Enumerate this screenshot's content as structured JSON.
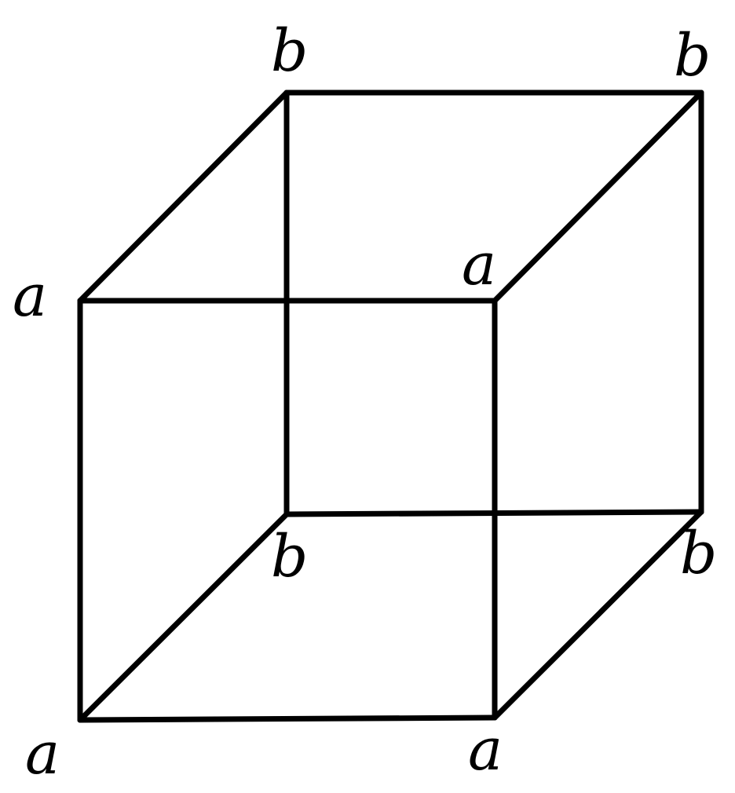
{
  "diagram": {
    "labels": {
      "front_top_left": "a",
      "front_top_right": "a",
      "front_bottom_left": "a",
      "front_bottom_right": "a",
      "back_top_left": "b",
      "back_top_right": "b",
      "back_bottom_left": "b",
      "back_bottom_right": "b"
    },
    "colors": {
      "line": "#000000",
      "background": "#ffffff"
    }
  }
}
